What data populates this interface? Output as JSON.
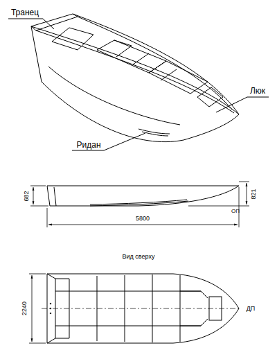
{
  "diagram": {
    "labels": [
      "Транец",
      "Люк",
      "Ридан",
      "682",
      "821",
      "ОП",
      "5800",
      "Вид сверху",
      "2240",
      "ДП"
    ]
  }
}
